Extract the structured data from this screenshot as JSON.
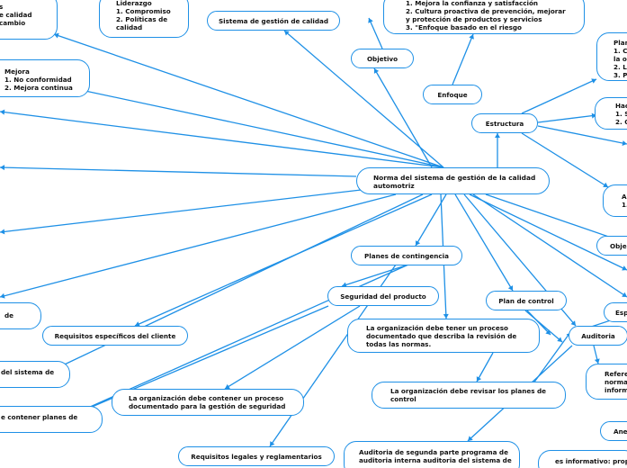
{
  "accent": "#1e90e6",
  "central": {
    "lines": [
      "Norma del sistema de gestión de la calidad",
      "automotriz"
    ]
  },
  "nodes": {
    "sgc": {
      "lines": [
        "Sistema de gestión de calidad"
      ]
    },
    "objetivo": {
      "lines": [
        "Objetivo"
      ]
    },
    "objetivo_box": {
      "lines": [
        "1. Mejora la confianza y satisfacción",
        "2. Cultura proactiva de prevención, mejorar",
        "y protección de productos y servicios",
        "3. \"Enfoque basado en el riesgo"
      ]
    },
    "enfoque": {
      "lines": [
        "Enfoque"
      ]
    },
    "estructura": {
      "lines": [
        "Estructura"
      ]
    },
    "liderazgo": {
      "lines": [
        "Liderazgo",
        "1. Compromiso",
        "2. Políticas de",
        "calidad"
      ]
    },
    "left_top": {
      "lines": [
        "s",
        "e calidad",
        "cambio"
      ]
    },
    "mejora": {
      "lines": [
        "Mejora",
        "1. No conformidad",
        "2. Mejora continua"
      ]
    },
    "planificar": {
      "lines": [
        "Plan",
        "1. C",
        "la o",
        "2. Li",
        "3. P"
      ]
    },
    "hacer": {
      "lines": [
        "Hac",
        "1. S",
        "2. O"
      ]
    },
    "actuar": {
      "lines": [
        "A",
        "1."
      ]
    },
    "objetivos_r": {
      "lines": [
        "Obje"
      ]
    },
    "planes_contingencia": {
      "lines": [
        "Planes de contingencia"
      ]
    },
    "seguridad_producto": {
      "lines": [
        "Seguridad del producto"
      ]
    },
    "plan_control": {
      "lines": [
        "Plan de control"
      ]
    },
    "proceso_revision": {
      "lines": [
        "La organización debe tener un proceso",
        "documentado que describa la revisión de",
        "todas las normas."
      ]
    },
    "auditoria": {
      "lines": [
        "Auditoria"
      ]
    },
    "esp": {
      "lines": [
        "Esp"
      ]
    },
    "requisitos_cliente": {
      "lines": [
        "Requisitos específicos del cliente"
      ]
    },
    "left_de": {
      "lines": [
        "de"
      ]
    },
    "left_sistema": {
      "lines": [
        "del sistema de"
      ]
    },
    "proceso_seguridad": {
      "lines": [
        "La organización debe contener un proceso",
        "documentado para la gestión de seguridad"
      ]
    },
    "revisar_planes": {
      "lines": [
        "La organización debe revisar los planes de",
        "control"
      ]
    },
    "referencias": {
      "lines": [
        "Refere",
        "norma",
        "inform"
      ]
    },
    "contener_planes": {
      "lines": [
        "e contener planes de"
      ]
    },
    "ane": {
      "lines": [
        "Ane"
      ]
    },
    "requisitos_legales": {
      "lines": [
        "Requisitos legales y reglamentarios"
      ]
    },
    "auditoria_segunda": {
      "lines": [
        "Auditoria de segunda parte programa de",
        "auditoria interna auditoria del sistema de"
      ]
    },
    "informativo": {
      "lines": [
        "es informativo: prop"
      ]
    }
  }
}
